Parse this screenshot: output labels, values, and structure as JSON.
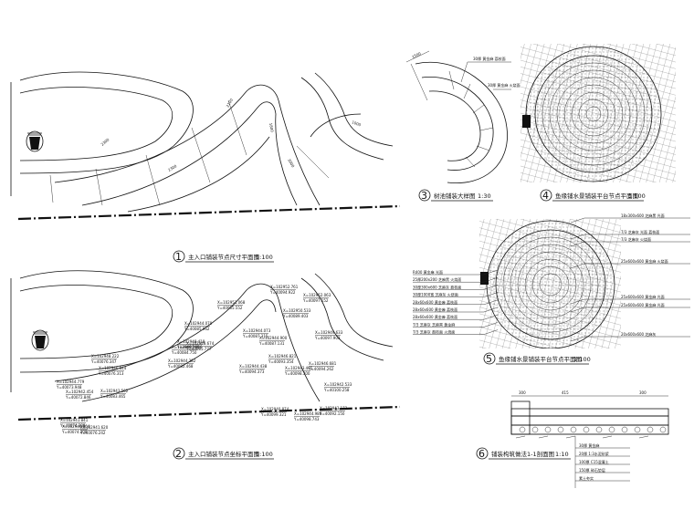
{
  "colors": {
    "ink": "#111111",
    "paper": "#ffffff"
  },
  "views": [
    {
      "number": "1",
      "title": "主入口铺装节点尺寸平面图",
      "scale": "1:100"
    },
    {
      "number": "2",
      "title": "主入口铺装节点坐标平面图",
      "scale": "1:100"
    },
    {
      "number": "3",
      "title": "树池铺装大样图",
      "scale": "1:30"
    },
    {
      "number": "4",
      "title": "鱼缘铺水景铺装平台节点平面图",
      "scale": "1:100"
    },
    {
      "number": "5",
      "title": "鱼缘铺水景铺装平台节点平面图",
      "scale": "1:100"
    },
    {
      "number": "6",
      "title": "铺装构筑做法1-1剖面图",
      "scale": "1:10"
    }
  ],
  "coords_view2": [
    {
      "x": "X=102948.222",
      "y": "Y=40076.347"
    },
    {
      "x": "X=102946.844",
      "y": "Y=40076.313"
    },
    {
      "x": "X=102944.779",
      "y": "Y=40073.948"
    },
    {
      "x": "X=102942.454",
      "y": "Y=40072.846"
    },
    {
      "x": "X=102943.562",
      "y": "Y=40083.465"
    },
    {
      "x": "X=102941.841",
      "y": "Y=40074.389"
    },
    {
      "x": "X=102940.864",
      "y": "Y=40074.208"
    },
    {
      "x": "X=102941.620",
      "y": "Y=40076.242"
    },
    {
      "x": "X=102948.674",
      "y": "Y=40085.777"
    },
    {
      "x": "X=102946.765",
      "y": "Y=40084.750"
    },
    {
      "x": "X=102948.418",
      "y": "Y=40087.066"
    },
    {
      "x": "X=102944.382",
      "y": "Y=40082.468"
    },
    {
      "x": "X=102944.079",
      "y": "Y=40085.962"
    },
    {
      "x": "X=102951.068",
      "y": "Y=40085.552"
    },
    {
      "x": "X=102952.761",
      "y": "Y=40094.922"
    },
    {
      "x": "X=102950.533",
      "y": "Y=40089.403"
    },
    {
      "x": "X=102952.063",
      "y": "Y=40097.152"
    },
    {
      "x": "X=102949.633",
      "y": "Y=40097.903"
    },
    {
      "x": "X=102944.073",
      "y": "Y=40087.315"
    },
    {
      "x": "X=102946.821",
      "y": "Y=40093.354"
    },
    {
      "x": "X=102944.438",
      "y": "Y=40094.373"
    },
    {
      "x": "X=102943.465",
      "y": "Y=40098.300"
    },
    {
      "x": "X=102942.533",
      "y": "Y=40100.258"
    },
    {
      "x": "X=102944.900",
      "y": "Y=40087.131"
    },
    {
      "x": "X=102946.681",
      "y": "Y=40094.262"
    },
    {
      "x": "X=102940.874",
      "y": "Y=40099.321"
    },
    {
      "x": "X=102944.980",
      "y": "Y=40098.743"
    },
    {
      "x": "X=102943.173",
      "y": "Y=40092.150"
    }
  ],
  "view3_labels": [
    "30厚 黄金麻 荔枝面",
    "30厚 黄金麻 火烧面",
    "1500"
  ],
  "view5_left_labels": [
    "R400 黄金麻 光面",
    "25厚200x200 芝麻黑 火烧面",
    "30厚300x600 芝麻灰 荔枝面",
    "30厚1000宽 芝麻灰 火烧面",
    "28x60x600 黄金麻 荔枝面",
    "28x60x600 黄金麻 荔枝面",
    "28x60x600 黄金麻 荔枝面",
    "7/3 芝麻灰 芝麻黑 黄金麻",
    "7/3 芝麻灰 荔枝面 火烧面"
  ],
  "view5_right_labels": [
    "18x300x600 芝麻黑 光面",
    "7/3 芝麻灰 光面 荔枝面",
    "7/3 芝麻灰 火烧面",
    "25x600x600 黄金麻 火烧面",
    "25x600x600 黄金麻 光面",
    "25x600x600 黄金麻 光面",
    "20x600x600 芝麻灰"
  ],
  "view6_dims": [
    "300",
    "415",
    "300"
  ],
  "view6_layers": [
    "30厚 黄金麻",
    "20厚 1:3水泥砂浆",
    "100厚 C15混凝土",
    "150厚 碎石垫层",
    "素土夯实"
  ]
}
